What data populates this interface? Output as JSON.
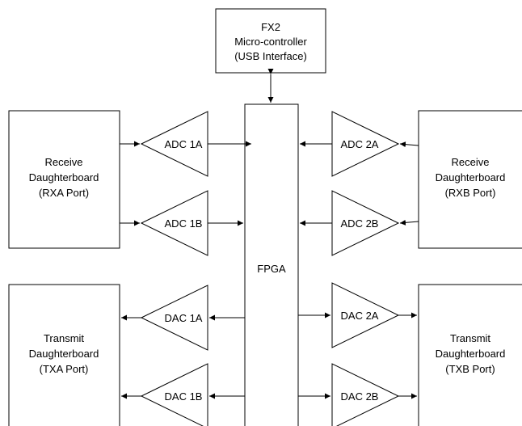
{
  "fx2": {
    "line1": "FX2",
    "line2": "Micro-controller",
    "line3": "(USB Interface)"
  },
  "fpga": {
    "label": "FPGA"
  },
  "rxa": {
    "line1": "Receive",
    "line2": "Daughterboard",
    "line3": "(RXA Port)"
  },
  "rxb": {
    "line1": "Receive",
    "line2": "Daughterboard",
    "line3": "(RXB Port)"
  },
  "txa": {
    "line1": "Transmit",
    "line2": "Daughterboard",
    "line3": "(TXA Port)"
  },
  "txb": {
    "line1": "Transmit",
    "line2": "Daughterboard",
    "line3": "(TXB Port)"
  },
  "adc1a": "ADC 1A",
  "adc1b": "ADC 1B",
  "adc2a": "ADC 2A",
  "adc2b": "ADC 2B",
  "dac1a": "DAC 1A",
  "dac1b": "DAC 1B",
  "dac2a": "DAC 2A",
  "dac2b": "DAC 2B"
}
